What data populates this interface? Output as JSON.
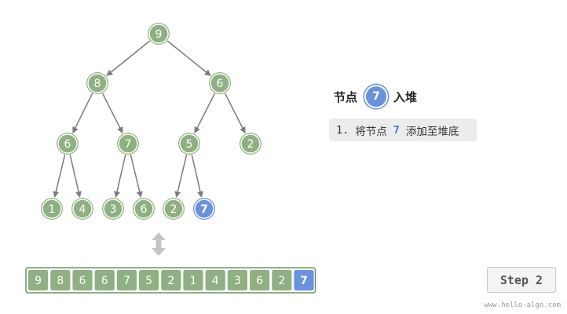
{
  "heading": {
    "prefix": "节点",
    "node": "7",
    "suffix": "入堆"
  },
  "steps": [
    {
      "num": "1.",
      "text_before": "将节点",
      "value": "7",
      "text_after": "添加至堆底"
    }
  ],
  "step_button": "Step 2",
  "watermark": "www.hello-algo.com",
  "colors": {
    "node": "#8fb082",
    "node_border": "#6e9465",
    "highlight": "#6a92dc",
    "edge": "#7b7b7b"
  },
  "tree": {
    "nodes": [
      "9",
      "8",
      "6",
      "6",
      "7",
      "5",
      "2",
      "1",
      "4",
      "3",
      "6",
      "2",
      "7"
    ],
    "highlight_index": 12
  },
  "array": {
    "values": [
      "9",
      "8",
      "6",
      "6",
      "7",
      "5",
      "2",
      "1",
      "4",
      "3",
      "6",
      "2",
      "7"
    ],
    "highlight_index": 12
  },
  "icons": {
    "swap": "double-arrow-vertical-icon"
  }
}
